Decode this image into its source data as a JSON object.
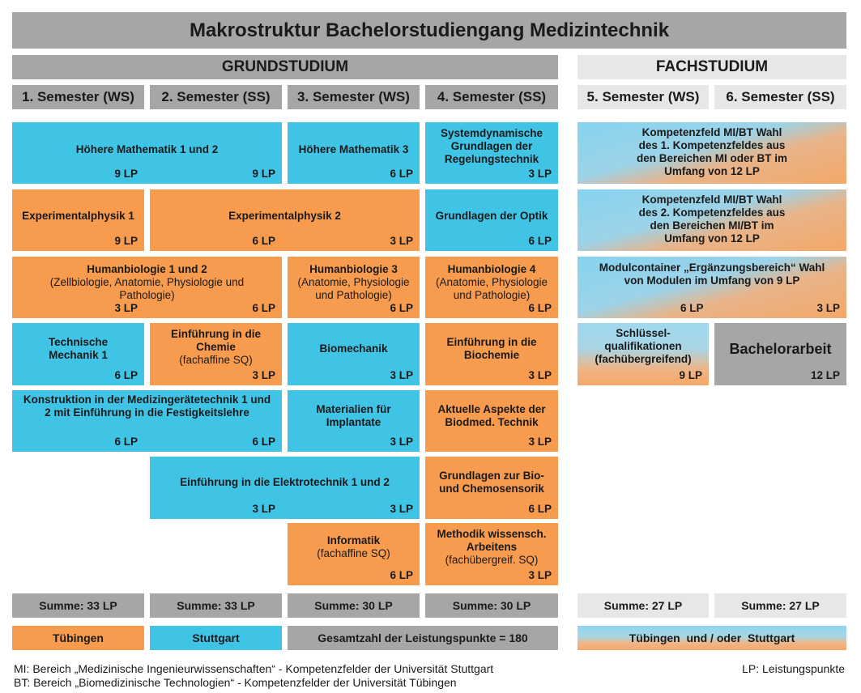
{
  "title": "Makrostruktur Bachelorstudiengang Medizintechnik",
  "grundstudium_label": "GRUNDSTUDIUM",
  "fachstudium_label": "FACHSTUDIUM",
  "semesters": [
    "1. Semester (WS)",
    "2. Semester (SS)",
    "3. Semester (WS)",
    "4. Semester (SS)",
    "5. Semester (WS)",
    "6. Semester (SS)"
  ],
  "modules": {
    "hm12": {
      "title": "Höhere Mathematik 1 und 2",
      "lp1": "9 LP",
      "lp2": "9 LP"
    },
    "hm3": {
      "title": "Höhere Mathematik 3",
      "lp": "6 LP"
    },
    "sysdyn": {
      "title": "Systemdynamische Grundlagen der Regelungstechnik",
      "lp": "3 LP"
    },
    "ep1": {
      "title": "Experimentalphysik 1",
      "lp": "9 LP"
    },
    "ep2": {
      "title": "Experimentalphysik 2",
      "lp1": "6 LP",
      "lp2": "3 LP"
    },
    "optik": {
      "title": "Grundlagen der Optik",
      "lp": "6 LP"
    },
    "hb12": {
      "title": "Humanbiologie 1 und 2",
      "sub": "(Zellbiologie, Anatomie, Physiologie und Pathologie)",
      "lp1": "3 LP",
      "lp2": "6 LP"
    },
    "hb3": {
      "title": "Humanbiologie 3",
      "sub": "(Anatomie, Physiologie und Pathologie)",
      "lp": "6 LP"
    },
    "hb4": {
      "title": "Humanbiologie 4",
      "sub": "(Anatomie, Physiologie und Pathologie)",
      "lp": "6 LP"
    },
    "techmech": {
      "title": "Technische Mechanik 1",
      "lp": "6 LP"
    },
    "chemie": {
      "title": "Einführung in die Chemie",
      "sub": "(fachaffine SQ)",
      "lp": "3 LP"
    },
    "biomech": {
      "title": "Biomechanik",
      "lp": "3 LP"
    },
    "biochemie": {
      "title": "Einführung in die Biochemie",
      "lp": "3 LP"
    },
    "konstr": {
      "title": "Konstruktion in der Medizingerätetechnik 1 und 2 mit Einführung in die Festigkeitslehre",
      "lp1": "6 LP",
      "lp2": "6 LP"
    },
    "implantate": {
      "title": "Materialien für Implantate",
      "lp": "3 LP"
    },
    "aktuell": {
      "title": "Aktuelle Aspekte der Biodmed. Technik",
      "lp": "3 LP"
    },
    "elektro": {
      "title": "Einführung in die Elektrotechnik 1 und 2",
      "lp1": "3 LP",
      "lp2": "3 LP"
    },
    "sensorik": {
      "title": "Grundlagen zur Bio- und Chemosensorik",
      "lp": "6 LP"
    },
    "informatik": {
      "title": "Informatik",
      "sub": "(fachaffine SQ)",
      "lp": "6 LP"
    },
    "methodik": {
      "title": "Methodik wissensch. Arbeitens",
      "sub": "(fachübergreif. SQ)",
      "lp": "3 LP"
    },
    "kf1": {
      "title": "Kompetenzfeld MI/BT Wahl des 1. Kompetenzfeldes aus den Bereichen MI oder BT im Umfang von 12 LP"
    },
    "kf2": {
      "title": "Kompetenzfeld MI/BT Wahl des 2. Kompetenzfeldes aus den Bereichen MI/BT im Umfang von 12 LP"
    },
    "modulcontainer": {
      "title": "Modulcontainer „Ergänzungsbereich“ Wahl von Modulen im Umfang von 9 LP",
      "lp1": "6 LP",
      "lp2": "3 LP"
    },
    "schluessel": {
      "title": "Schlüssel-qualifikationen (fachübergreifend)",
      "lp": "9 LP"
    },
    "bachelorarbeit": {
      "title": "Bachelorarbeit",
      "lp": "12 LP"
    }
  },
  "sums": [
    "Summe: 33 LP",
    "Summe: 33 LP",
    "Summe: 30 LP",
    "Summe: 30 LP",
    "Summe: 27 LP",
    "Summe: 27 LP"
  ],
  "legend": {
    "tuebingen": "Tübingen",
    "stuttgart": "Stuttgart",
    "gesamt": "Gesamtzahl der Leistungspunkte = 180",
    "beide": "Tübingen  und / oder  Stuttgart"
  },
  "footnotes": {
    "mi": "MI: Bereich „Medizinische Ingenieurwissenschaften“ - Kompetenzfelder der Universität Stuttgart",
    "bt": "BT: Bereich „Biomedizinische Technologien“ - Kompetenzfelder der Universität Tübingen",
    "lp": "LP: Leistungspunkte"
  },
  "colors": {
    "tuebingen": "#f79b4f",
    "stuttgart": "#40c4e6",
    "header_gray": "#a5a6a8",
    "light_gray": "#e6e7e8"
  }
}
